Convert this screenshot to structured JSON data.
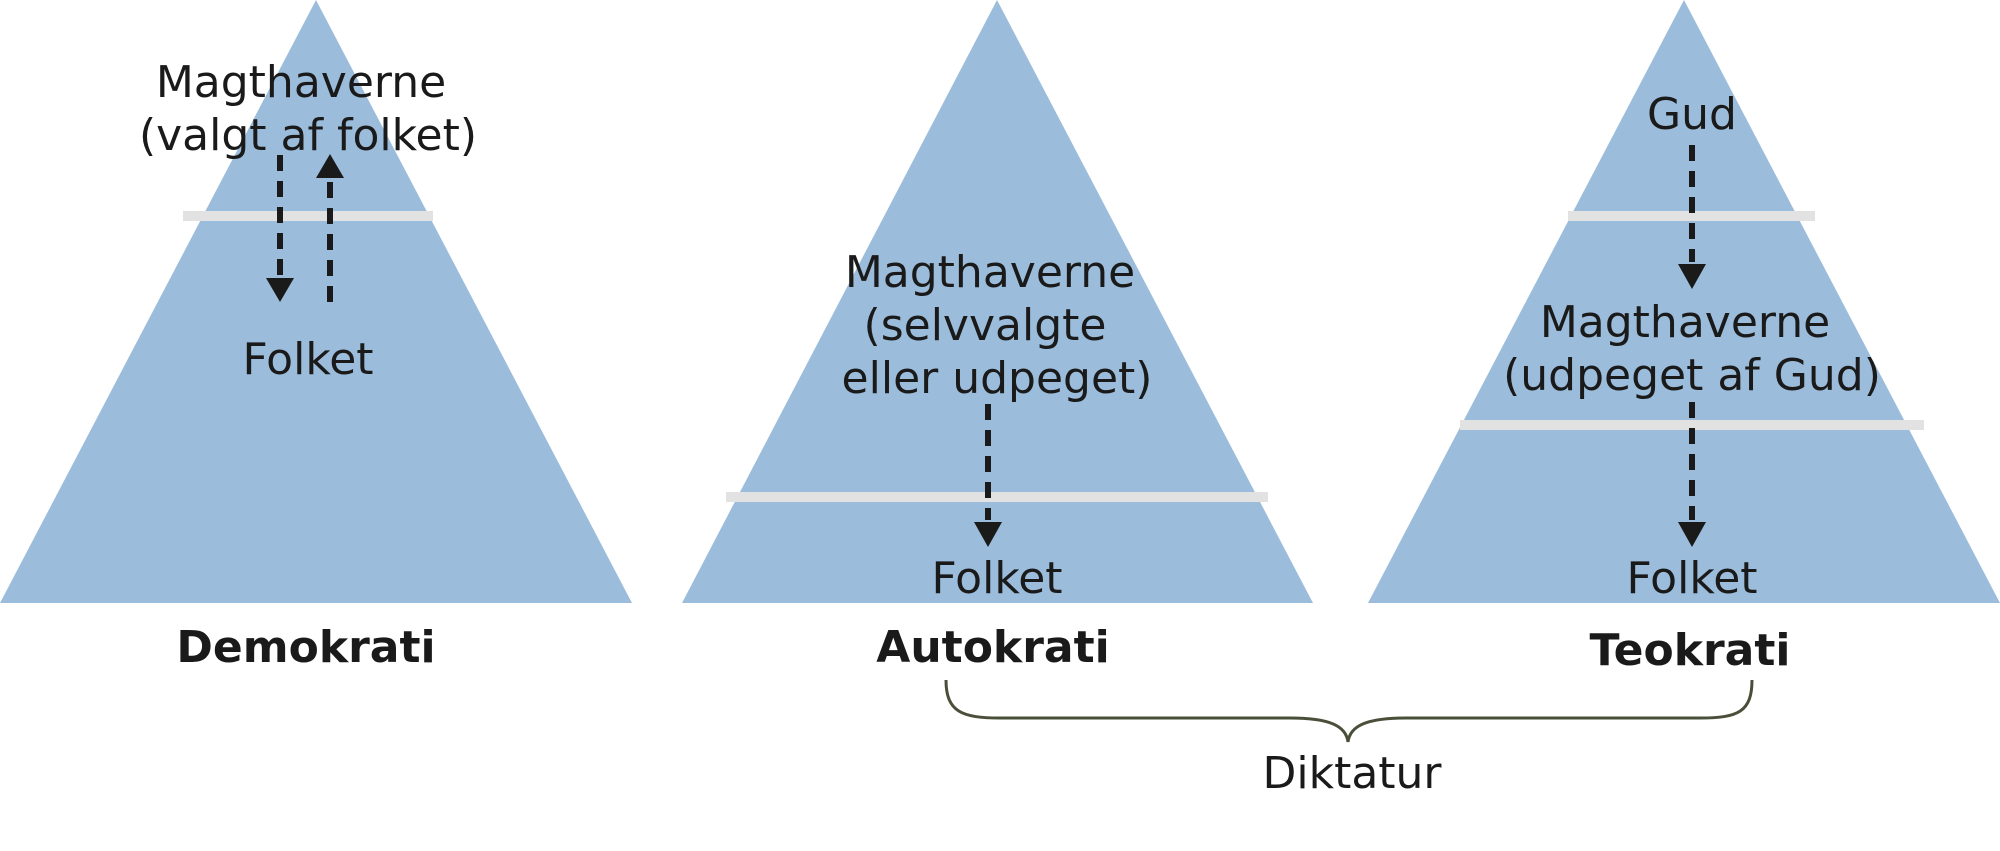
{
  "pyramids": [
    {
      "title": "Demokrati",
      "top_label": [
        "Magthaverne",
        "(valgt af folket)"
      ],
      "bottom_label": "Folket"
    },
    {
      "title": "Autokrati",
      "middle_label": [
        "Magthaverne",
        "(selvvalgte",
        "eller udpeget)"
      ],
      "bottom_label": "Folket"
    },
    {
      "title": "Teokrati",
      "top_label": "Gud",
      "middle_label": [
        "Magthaverne",
        "(udpeget af Gud)"
      ],
      "bottom_label": "Folket"
    }
  ],
  "group_label": "Diktatur",
  "colors": {
    "pyramid_fill": "#9bbddb",
    "band": "#e2e2e2",
    "arrow": "#1a1a1a",
    "brace": "#4a4f3a"
  }
}
